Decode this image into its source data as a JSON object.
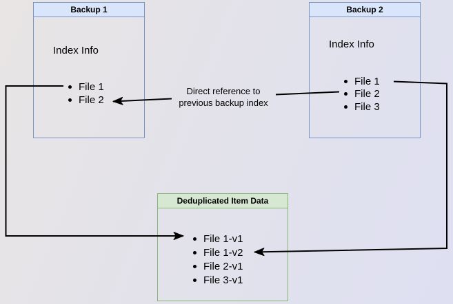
{
  "colors": {
    "page_bg_left": "#e8e5e4",
    "page_bg_right": "#dee0f2",
    "blue_fill": "#d9e5fa",
    "blue_border": "#7b94c4",
    "green_fill": "#d6e7d2",
    "green_border": "#87b473",
    "line": "#000000",
    "text": "#000000"
  },
  "icons": {
    "bullet": "filled-dot",
    "arrowhead": "filled-triangle"
  },
  "backup1": {
    "title": "Backup 1",
    "body_label": "Index Info",
    "items": [
      "File 1",
      "File 2"
    ]
  },
  "backup2": {
    "title": "Backup 2",
    "body_label": "Index Info",
    "items": [
      "File 1",
      "File 2",
      "File 3"
    ]
  },
  "dedup": {
    "title": "Deduplicated Item Data",
    "items": [
      "File 1-v1",
      "File 1-v2",
      "File 2-v1",
      "File 3-v1"
    ]
  },
  "edge_label": {
    "line1": "Direct reference to",
    "line2": "previous backup index"
  }
}
